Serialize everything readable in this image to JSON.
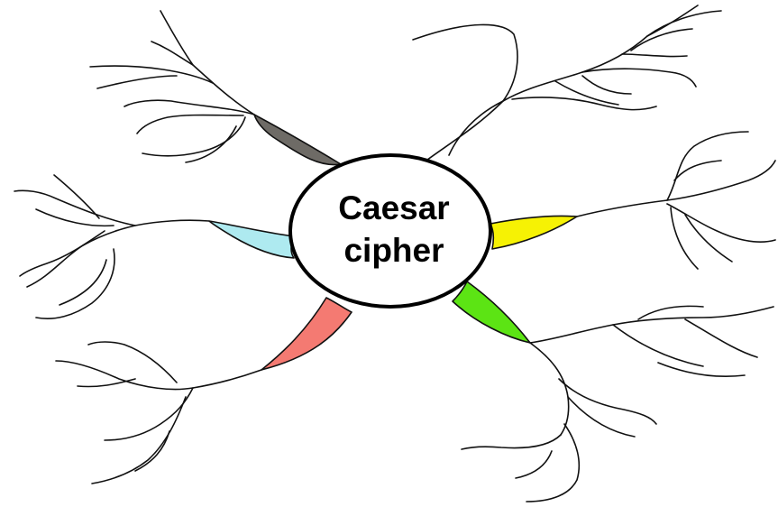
{
  "center_topic": {
    "line1": "Caesar",
    "line2": "cipher"
  },
  "branches": [
    {
      "id": "top-left",
      "color": "#6e6b66"
    },
    {
      "id": "left",
      "color": "#aeeaf0"
    },
    {
      "id": "bottom-left",
      "color": "#f47a72"
    },
    {
      "id": "right",
      "color": "#f6f204"
    },
    {
      "id": "bottom-right",
      "color": "#5ce414"
    }
  ]
}
